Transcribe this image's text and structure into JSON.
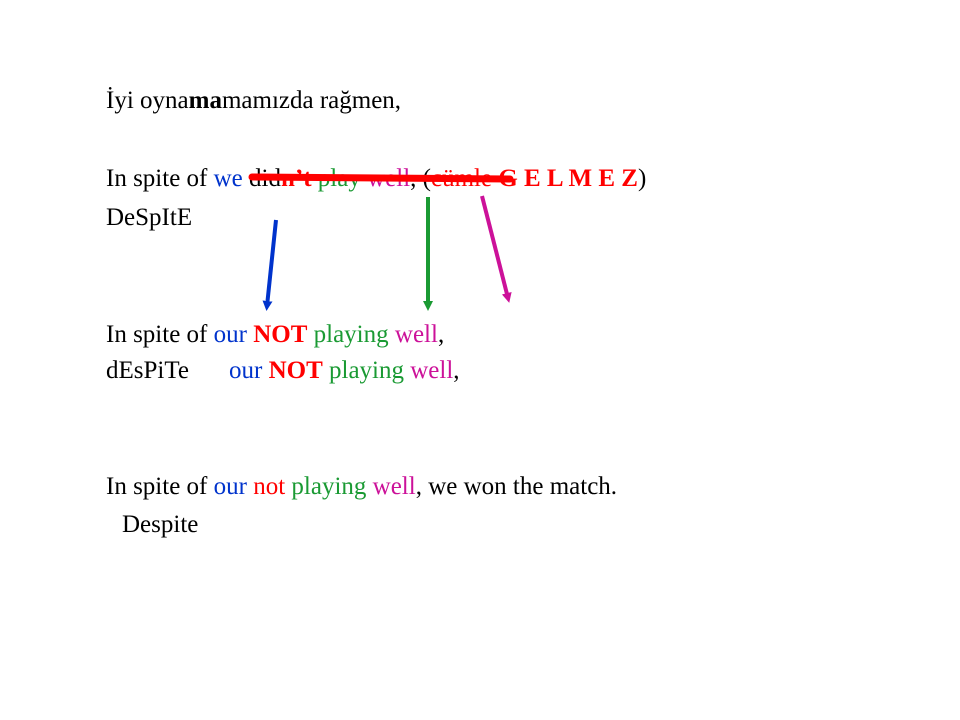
{
  "colors": {
    "red": "#ff0000",
    "blue": "#0033cc",
    "green": "#1a9a33",
    "magenta": "#cc1199",
    "black": "#000000"
  },
  "turkish": {
    "pre": "İyi oyna",
    "emph": "ma",
    "post": "mamızda rağmen,"
  },
  "line1": {
    "intro": "In spite of ",
    "we": "we",
    "did": " did",
    "nt": "n’t",
    "play": " play",
    "well": " well",
    "comma": ",",
    "paren_open": " (",
    "cumle": "cümle ",
    "gelmez": "G E L M E Z",
    "paren_close": ")"
  },
  "line2": {
    "text": "DeSpItE"
  },
  "line3": {
    "intro": "In spite of ",
    "our": "our",
    "not": "NOT",
    "playing": "playing",
    "well": "well",
    "comma": ","
  },
  "line4": {
    "intro": "dEsPiTe",
    "our": "our",
    "not": "NOT",
    "playing": "playing",
    "well": "well",
    "comma": ","
  },
  "line5": {
    "intro": "In spite of ",
    "our": "our",
    "not": "not",
    "playing": "playing",
    "well": "well",
    "rest": ", we won the match."
  },
  "line6": {
    "text": "Despite"
  },
  "arrows": [
    {
      "name": "blue-arrow",
      "color": "blue"
    },
    {
      "name": "green-arrow",
      "color": "green"
    },
    {
      "name": "magenta-arrow",
      "color": "magenta"
    }
  ]
}
